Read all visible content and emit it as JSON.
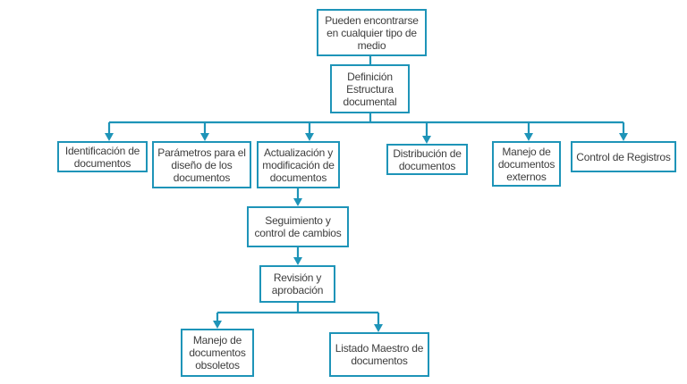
{
  "diagram": {
    "type": "flowchart",
    "line_color": "#1e94b8",
    "text_color": "#3d3d3d",
    "nodes": [
      {
        "id": "medio",
        "label": "Pueden encontrarse\nen cualquier tipo de\nmedio"
      },
      {
        "id": "definicion",
        "label": "Definición\nEstructura\ndocumental"
      },
      {
        "id": "identificacion",
        "label": "Identificación de\ndocumentos"
      },
      {
        "id": "parametros",
        "label": "Parámetros para el\ndiseño de los\ndocumentos"
      },
      {
        "id": "actualizacion",
        "label": "Actualización y\nmodificación de\ndocumentos"
      },
      {
        "id": "distribucion",
        "label": "Distribución de\ndocumentos"
      },
      {
        "id": "externos",
        "label": "Manejo de\ndocumentos\nexternos"
      },
      {
        "id": "registros",
        "label": "Control de Registros"
      },
      {
        "id": "seguimiento",
        "label": "Seguimiento y\ncontrol de cambios"
      },
      {
        "id": "revision",
        "label": "Revisión y\naprobación"
      },
      {
        "id": "obsoletos",
        "label": "Manejo de\ndocumentos\nobsoletos"
      },
      {
        "id": "listado",
        "label": "Listado Maestro de\ndocumentos"
      }
    ],
    "edges": [
      [
        "medio",
        "definicion"
      ],
      [
        "definicion",
        "identificacion"
      ],
      [
        "definicion",
        "parametros"
      ],
      [
        "definicion",
        "actualizacion"
      ],
      [
        "definicion",
        "distribucion"
      ],
      [
        "definicion",
        "externos"
      ],
      [
        "definicion",
        "registros"
      ],
      [
        "actualizacion",
        "seguimiento"
      ],
      [
        "seguimiento",
        "revision"
      ],
      [
        "revision",
        "obsoletos"
      ],
      [
        "revision",
        "listado"
      ]
    ]
  }
}
